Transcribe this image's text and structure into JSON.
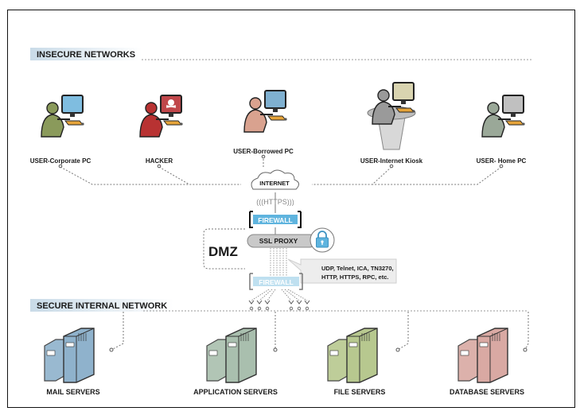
{
  "sections": {
    "insecure": "INSECURE NETWORKS",
    "secure": "SECURE INTERNAL NETWORK",
    "dmz": "DMZ"
  },
  "users": [
    {
      "label": "USER-Corporate PC",
      "color": "#8a9a5b",
      "screen": "#7fbde0"
    },
    {
      "label": "HACKER",
      "color": "#b83232",
      "screen": "#c0464a"
    },
    {
      "label": "USER-Borrowed PC",
      "color": "#d9a28f",
      "screen": "#7fb0d0"
    },
    {
      "label": "USER-Internet Kiosk",
      "color": "#9a9a9a",
      "screen": "#d9d4b0"
    },
    {
      "label": "USER- Home PC",
      "color": "#9aa898",
      "screen": "#c0c0c0"
    }
  ],
  "network": {
    "internet": "INTERNET",
    "https": "(((HTTPS)))",
    "firewall_top": "FIREWALL",
    "ssl_proxy": "SSL PROXY",
    "firewall_bottom": "FIREWALL",
    "protocols_line1": "UDP, Telnet, ICA, TN3270,",
    "protocols_line2": "HTTP, HTTPS, RPC, etc."
  },
  "servers": [
    {
      "label": "MAIL SERVERS",
      "color": "#8fb2cc"
    },
    {
      "label": "APPLICATION SERVERS",
      "color": "#a9bfae"
    },
    {
      "label": "FILE SERVERS",
      "color": "#b7c88f"
    },
    {
      "label": "DATABASE SERVERS",
      "color": "#d9a9a3"
    }
  ],
  "colors": {
    "banner": "#c9dbe8",
    "banner_text": "#3f6e97",
    "firewall": "#5fb4de",
    "firewall_faded": "#bfe0f0",
    "proxy": "#c9c9c9",
    "lock": "#5fb4de"
  }
}
